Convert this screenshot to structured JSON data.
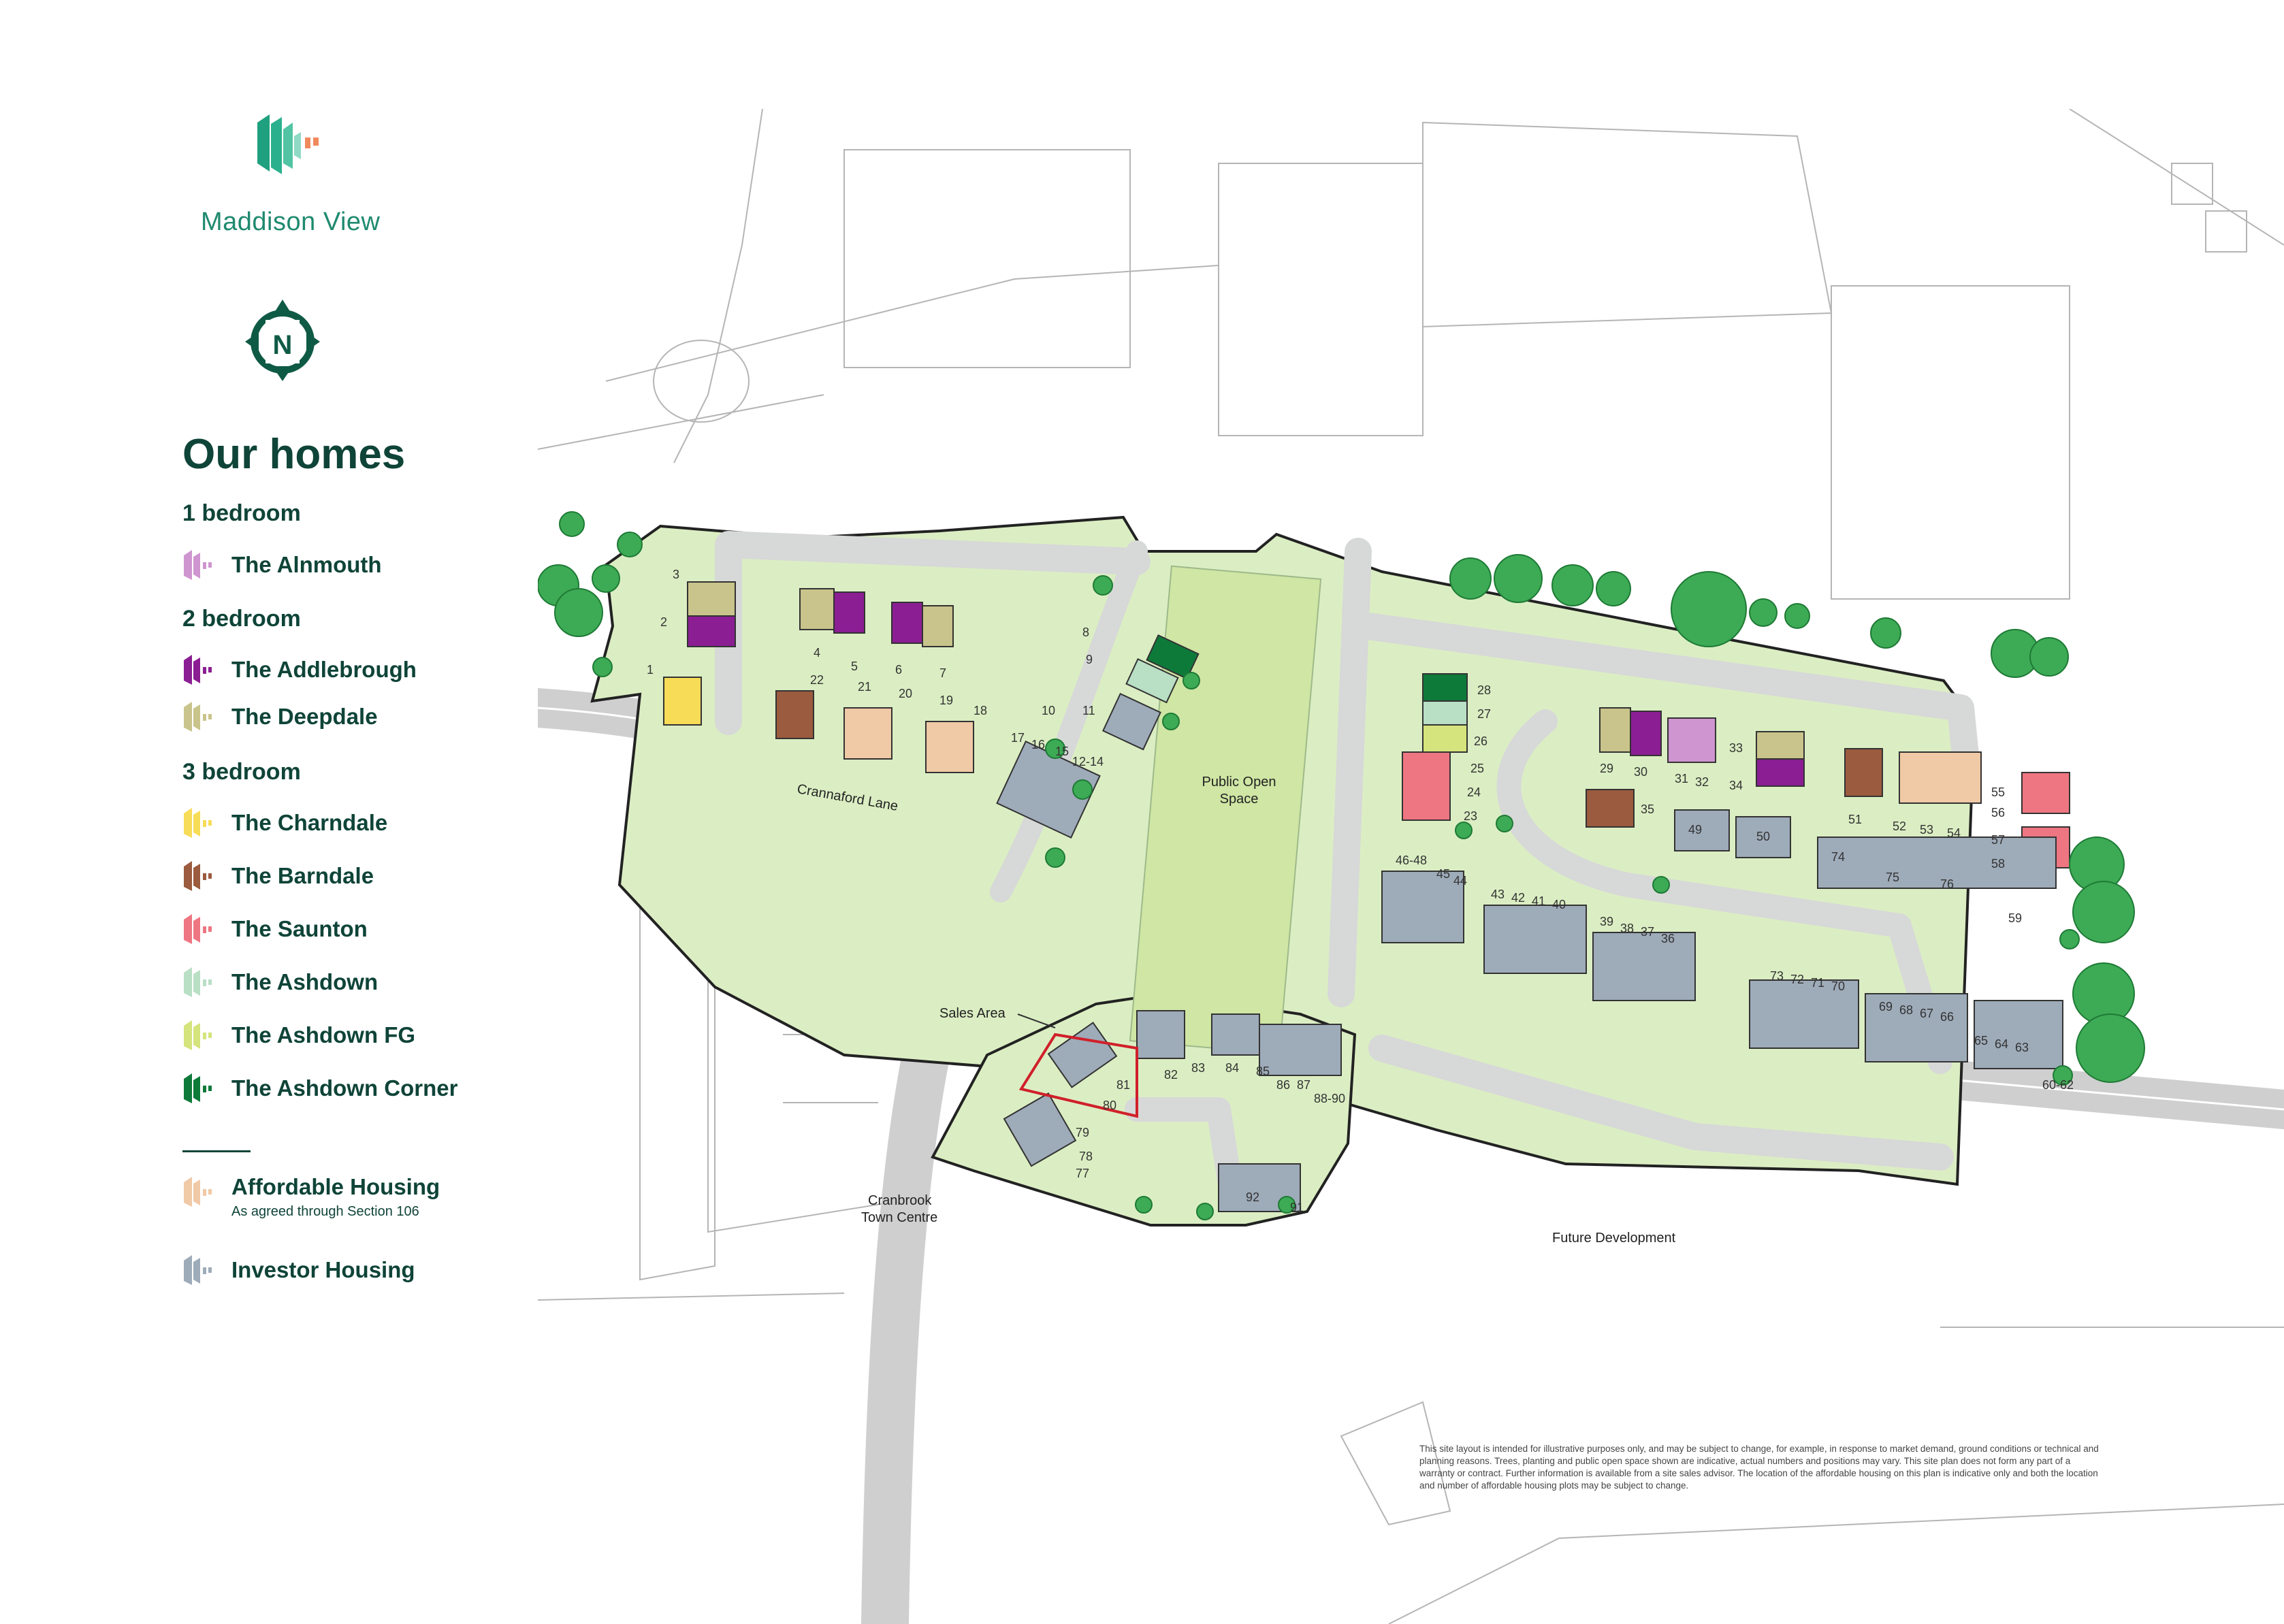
{
  "brand": {
    "name": "Maddison View",
    "logo_icon": "maddison-view-logo-icon",
    "accent_color": "#1fa07f"
  },
  "compass": {
    "label": "N",
    "icon": "north-compass-icon"
  },
  "legend": {
    "title": "Our homes",
    "groups": {
      "one_bed": "1 bedroom",
      "two_bed": "2 bedroom",
      "three_bed": "3 bedroom"
    },
    "items": [
      {
        "label": "The Alnmouth",
        "color": "#cf95d0"
      },
      {
        "label": "The Addlebrough",
        "color": "#8b1e93"
      },
      {
        "label": "The Deepdale",
        "color": "#c9c48b"
      },
      {
        "label": "The Charndale",
        "color": "#f7dc58"
      },
      {
        "label": "The Barndale",
        "color": "#9b5b3e"
      },
      {
        "label": "The Saunton",
        "color": "#ee7682"
      },
      {
        "label": "The Ashdown",
        "color": "#b9dfc5"
      },
      {
        "label": "The Ashdown FG",
        "color": "#d5e47c"
      },
      {
        "label": "The Ashdown Corner",
        "color": "#0e7a3a"
      }
    ],
    "affordable": {
      "label": "Affordable Housing",
      "sub": "As agreed through Section 106",
      "color": "#f0c9a6"
    },
    "investor": {
      "label": "Investor Housing",
      "color": "#9eabb9"
    }
  },
  "map": {
    "road_crannaford": "Crannaford Lane",
    "public_open_space_1": "Public Open",
    "public_open_space_2": "Space",
    "sales_area": "Sales Area",
    "town_centre_1": "Cranbrook",
    "town_centre_2": "Town Centre",
    "future_development": "Future Development",
    "site_color": "#dbeec3",
    "road_color": "#d7d8d8",
    "tree_color": "#3dab55"
  },
  "disclaimer": "This site layout is intended for illustrative purposes only, and may be subject to change, for example, in response to market demand, ground conditions or technical and planning reasons. Trees, planting and public open space shown are indicative, actual numbers and positions may vary. This site plan does not form any part of a warranty or contract. Further information is available from a site sales advisor. The location of the affordable housing on this plan is indicative only and both the location and number of affordable housing plots may be subject to change."
}
